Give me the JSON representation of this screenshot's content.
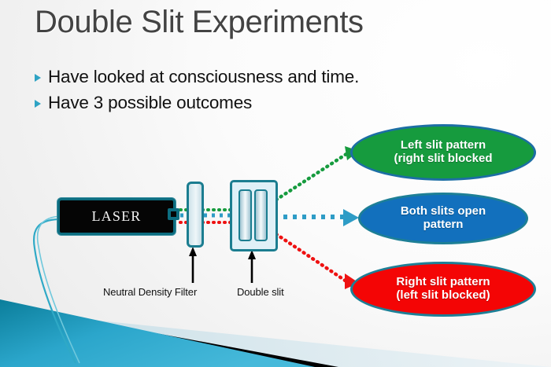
{
  "slide": {
    "title": "Double Slit Experiments",
    "bullets": [
      {
        "marker": "triangle-bullet-icon",
        "text": "Have looked at consciousness and time."
      },
      {
        "marker": "triangle-bullet-icon",
        "text": "Have 3 possible outcomes"
      }
    ]
  },
  "diagram": {
    "laser": {
      "label": "LASER"
    },
    "captions": {
      "filter": "Neutral Density Filter",
      "slit": "Double slit"
    },
    "outcomes": [
      {
        "id": "left-slit",
        "line1": "Left slit pattern",
        "line2": "(right slit blocked",
        "fill": "#169B3E",
        "stroke": "#1c6ea4",
        "beam_color": "#169B3E"
      },
      {
        "id": "both-slits",
        "line1": "Both slits open",
        "line2": "pattern",
        "fill": "#1270BD",
        "stroke": "#1d7f96",
        "beam_color": "#2E9CC6"
      },
      {
        "id": "right-slit",
        "line1": "Right slit pattern",
        "line2": "(left slit blocked)",
        "fill": "#F40505",
        "stroke": "#1d7f96",
        "beam_color": "#EE1111"
      }
    ]
  },
  "theme": {
    "title_color": "#434343",
    "bullet_marker_color": "#2ea3c4",
    "device_outline": "#1b7d90",
    "accent_teal": "#1b8fa8",
    "band_teal_dark": "#0b7e9b",
    "band_teal_light": "#3fb4d6",
    "band_black": "#000000",
    "background_light": "#ffffff",
    "background_gray": "#e6e6e6"
  }
}
